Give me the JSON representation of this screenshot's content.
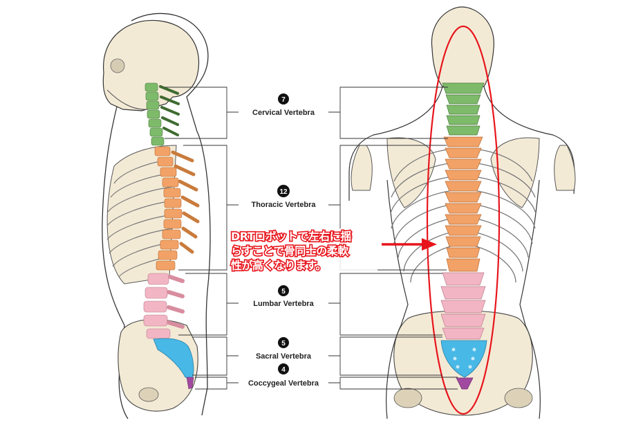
{
  "regions": [
    {
      "id": "cervical",
      "count": "7",
      "label": "Cervical Vertebra"
    },
    {
      "id": "thoracic",
      "count": "12",
      "label": "Thoracic Vertebra"
    },
    {
      "id": "lumbar",
      "count": "5",
      "label": "Lumbar Vertebra"
    },
    {
      "id": "sacral",
      "count": "5",
      "label": "Sacral Vertebra"
    },
    {
      "id": "coccygeal",
      "count": "4",
      "label": "Coccygeal Vertebra"
    }
  ],
  "annotation": {
    "lines": [
      "DRTロボットで左右に揺",
      "らすことで骨同士の柔軟",
      "性が高くなります。"
    ]
  },
  "colors": {
    "cervical": "#7dba6a",
    "thoracic": "#f2a267",
    "lumbar": "#f2b5c4",
    "sacral": "#48b8e6",
    "coccygeal": "#a14aa0",
    "bone": "#f3ead6",
    "highlight": "#e8141b"
  }
}
